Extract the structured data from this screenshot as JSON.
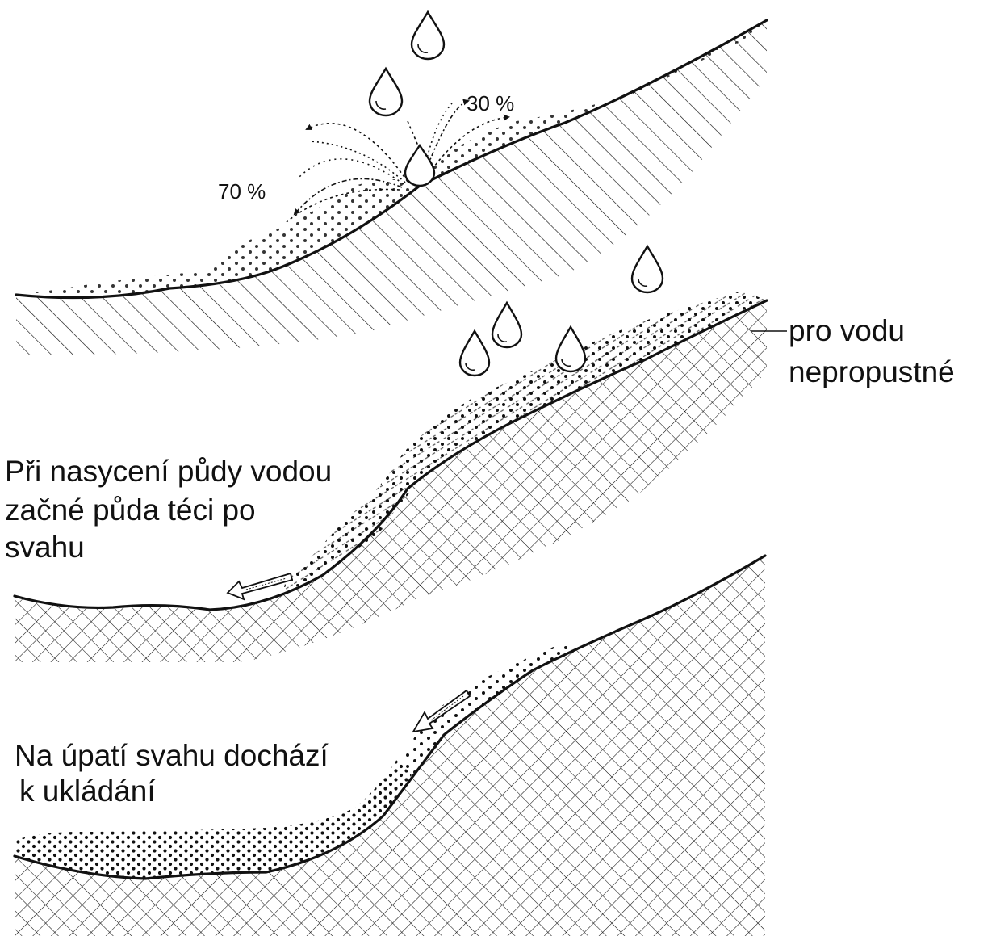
{
  "labels": {
    "impermeable": [
      "pro vodu",
      "nepropustné"
    ],
    "saturation": [
      "Při nasycení půdy vodou",
      "začné půda téci po",
      "svahu"
    ],
    "deposition": [
      "Na úpatí svahu dochází",
      "k ukládání"
    ],
    "splash_left": "70 %",
    "splash_right": "30 %"
  },
  "panels": [
    {
      "name": "splash-erosion",
      "pattern": "diagonal-hatch"
    },
    {
      "name": "soil-flow",
      "pattern": "crosshatch"
    },
    {
      "name": "deposition",
      "pattern": "crosshatch"
    }
  ]
}
